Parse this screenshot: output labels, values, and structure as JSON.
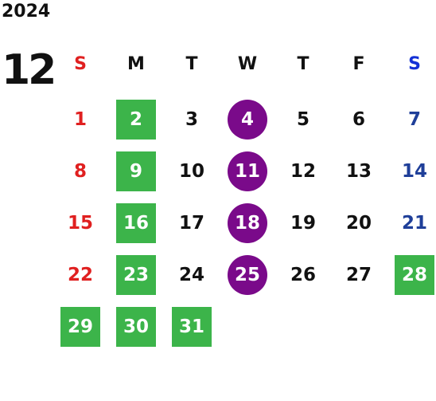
{
  "calendar": {
    "year": "2024",
    "month": "12",
    "weekdays": [
      "S",
      "M",
      "T",
      "W",
      "T",
      "F",
      "S"
    ],
    "weeks": [
      [
        "1",
        "2",
        "3",
        "4",
        "5",
        "6",
        "7"
      ],
      [
        "8",
        "9",
        "10",
        "11",
        "12",
        "13",
        "14"
      ],
      [
        "15",
        "16",
        "17",
        "18",
        "19",
        "20",
        "21"
      ],
      [
        "22",
        "23",
        "24",
        "25",
        "26",
        "27",
        "28"
      ],
      [
        "29",
        "30",
        "31"
      ]
    ],
    "green_marked_days": [
      "2",
      "9",
      "16",
      "23",
      "28",
      "29",
      "30",
      "31"
    ],
    "purple_circled_days": [
      "4",
      "11",
      "18",
      "25"
    ]
  },
  "colors": {
    "green": "#3cb44a",
    "purple": "#7a0a8a",
    "sunday_red": "#e02020",
    "saturday_blue": "#1f3f99",
    "saturday_header_blue": "#1431d6"
  }
}
